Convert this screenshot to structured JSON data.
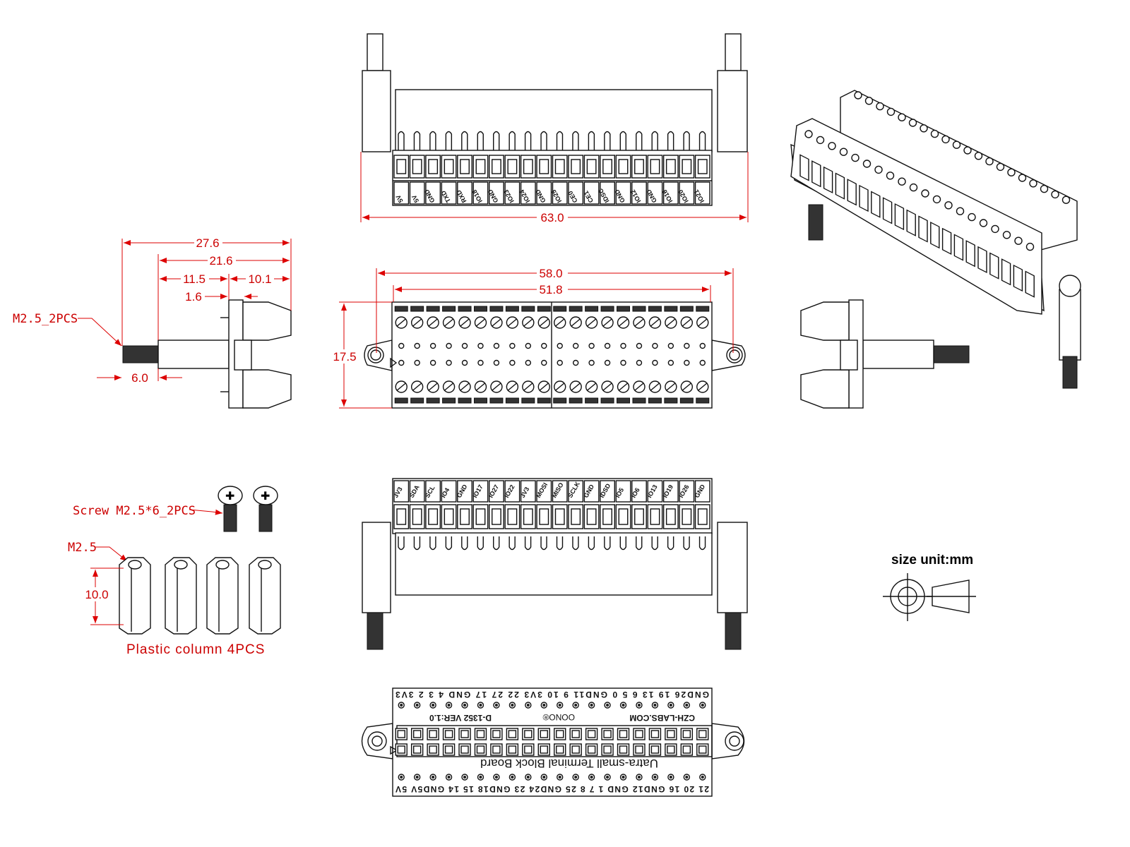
{
  "dimensions": {
    "top_width": "63.0",
    "front_outer": "58.0",
    "front_inner": "51.8",
    "front_height": "17.5",
    "side_total": "27.6",
    "side_body": "21.6",
    "side_a": "11.5",
    "side_b": "10.1",
    "side_plate": "1.6",
    "side_thread": "6.0",
    "column_height": "10.0"
  },
  "callouts": {
    "bolt": "M2.5_2PCS",
    "screw": "Screw M2.5*6_2PCS",
    "column_thread": "M2.5",
    "column": "Plastic column 4PCS",
    "size_unit": "size unit:mm"
  },
  "top_row_labels": [
    "5V",
    "5V",
    "GND",
    "TXD",
    "RXD",
    "IO18",
    "GND",
    "IO23",
    "IO24",
    "GND",
    "IO25",
    "CE0",
    "CE1",
    "IDSC",
    "GND",
    "IO12",
    "GND",
    "IO16",
    "IO20",
    "IO21"
  ],
  "bottom_row_labels": [
    "3V3",
    "SDA",
    "SCL",
    "IO4",
    "GND",
    "IO17",
    "IO27",
    "IO22",
    "3V3",
    "MOSI",
    "MISO",
    "SCLK",
    "GND",
    "IDSD",
    "IO5",
    "IO6",
    "IO13",
    "IO19",
    "IO26",
    "GND"
  ],
  "board": {
    "top_pins": "GND26  19  13  6  5  0  GND11  9  10 3V3 22  27  17 GND  4  3  2 3V3",
    "bottom_pins": "21  20  16 GND12 GND  1  7  8  25  GND24  23  GND18  15  14 GND5V  5V",
    "brand_site": "CZH-LABS.COM",
    "brand": "OONO®",
    "model": "D-1352 VER:1.0",
    "name": "Uatra-small Terminal Block Board"
  }
}
